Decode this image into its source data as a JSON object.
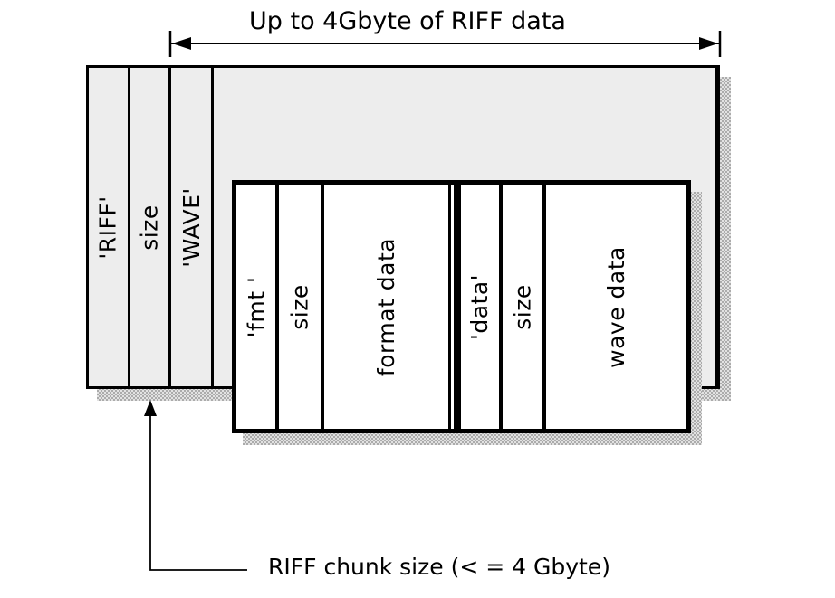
{
  "dimension": {
    "label": "Up to 4Gbyte of RIFF data"
  },
  "callout": {
    "label": "RIFF chunk size (< = 4 Gbyte)"
  },
  "riff_chunk": {
    "fields": [
      {
        "label": "'RIFF'"
      },
      {
        "label": "size"
      },
      {
        "label": "'WAVE'"
      }
    ]
  },
  "fmt_chunk": {
    "fields": [
      {
        "label": "'fmt '"
      },
      {
        "label": "size"
      },
      {
        "label": "format data"
      }
    ]
  },
  "data_chunk": {
    "fields": [
      {
        "label": "'data'"
      },
      {
        "label": "size"
      },
      {
        "label": "wave data"
      }
    ]
  },
  "colors": {
    "chunk_fill": "#ededed",
    "subchunk_fill": "#ffffff",
    "border": "#000000",
    "shadow": "#c2c2c2",
    "text": "#000000",
    "background": "#ffffff"
  }
}
